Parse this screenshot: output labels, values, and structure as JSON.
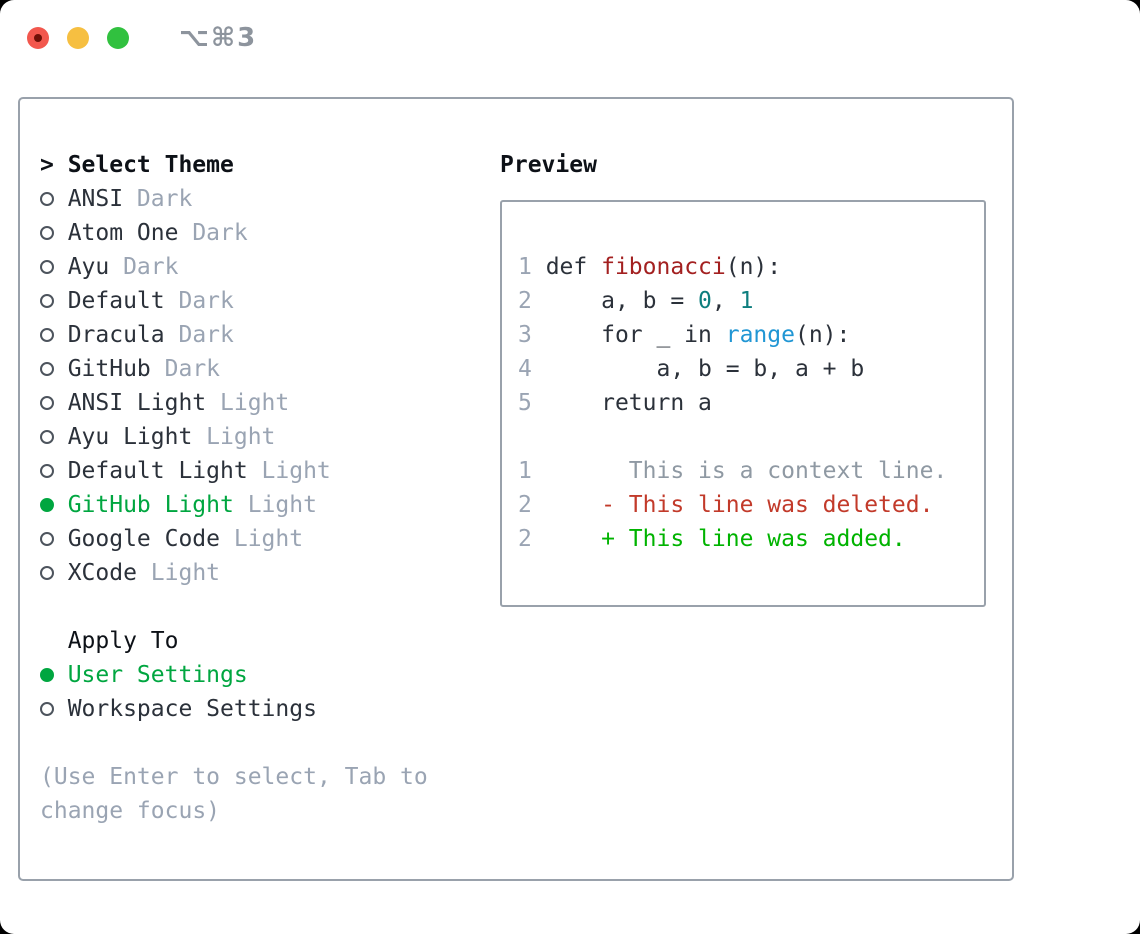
{
  "window": {
    "shortcut": "⌥⌘3",
    "traffic_lights": [
      {
        "name": "close",
        "color": "#f2574d"
      },
      {
        "name": "minimize",
        "color": "#f6bf41"
      },
      {
        "name": "zoom",
        "color": "#31c13f"
      }
    ]
  },
  "picker": {
    "title_marker": ">",
    "title": "Select Theme",
    "themes": [
      {
        "name": "ANSI",
        "variant": "Dark",
        "selected": false
      },
      {
        "name": "Atom One",
        "variant": "Dark",
        "selected": false
      },
      {
        "name": "Ayu",
        "variant": "Dark",
        "selected": false
      },
      {
        "name": "Default",
        "variant": "Dark",
        "selected": false
      },
      {
        "name": "Dracula",
        "variant": "Dark",
        "selected": false
      },
      {
        "name": "GitHub",
        "variant": "Dark",
        "selected": false
      },
      {
        "name": "ANSI Light",
        "variant": "Light",
        "selected": false
      },
      {
        "name": "Ayu Light",
        "variant": "Light",
        "selected": false
      },
      {
        "name": "Default Light",
        "variant": "Light",
        "selected": false
      },
      {
        "name": "GitHub Light",
        "variant": "Light",
        "selected": true
      },
      {
        "name": "Google Code",
        "variant": "Light",
        "selected": false
      },
      {
        "name": "XCode",
        "variant": "Light",
        "selected": false
      }
    ],
    "apply_to": {
      "title": "Apply To",
      "options": [
        {
          "label": "User Settings",
          "selected": true
        },
        {
          "label": "Workspace Settings",
          "selected": false
        }
      ]
    },
    "hint": "(Use Enter to select, Tab to change focus)"
  },
  "preview": {
    "title": "Preview",
    "lines": [
      {
        "num": "1",
        "tokens": [
          {
            "t": " def ",
            "c": "code"
          },
          {
            "t": "fibonacci",
            "c": "func"
          },
          {
            "t": "(n):",
            "c": "code"
          }
        ]
      },
      {
        "num": "2",
        "tokens": [
          {
            "t": "     a, b = ",
            "c": "code"
          },
          {
            "t": "0",
            "c": "num"
          },
          {
            "t": ", ",
            "c": "code"
          },
          {
            "t": "1",
            "c": "num"
          }
        ]
      },
      {
        "num": "3",
        "tokens": [
          {
            "t": "     for _ in ",
            "c": "code"
          },
          {
            "t": "range",
            "c": "builtin"
          },
          {
            "t": "(n):",
            "c": "code"
          }
        ]
      },
      {
        "num": "4",
        "tokens": [
          {
            "t": "         a, b = b, a + b",
            "c": "code"
          }
        ]
      },
      {
        "num": "5",
        "tokens": [
          {
            "t": "     return a",
            "c": "code"
          }
        ]
      },
      {
        "num": "",
        "tokens": []
      },
      {
        "num": "1",
        "tokens": [
          {
            "t": "       This is a context line.",
            "c": "context"
          }
        ]
      },
      {
        "num": "2",
        "tokens": [
          {
            "t": "     - This line was deleted.",
            "c": "deleted"
          }
        ]
      },
      {
        "num": "2",
        "tokens": [
          {
            "t": "     + This line was added.",
            "c": "added"
          }
        ]
      }
    ]
  },
  "colors": {
    "panel_border": "#99a1ab",
    "text_dark": "#2b313a",
    "text_heading": "#0d1117",
    "muted_gray": "#9aa4b3",
    "ui_green": "#00a640",
    "added_green": "#00b300",
    "deleted_red": "#c23a2a",
    "function_red": "#a32020",
    "number_teal": "#0e7e7e",
    "builtin_blue": "#2096d4"
  }
}
